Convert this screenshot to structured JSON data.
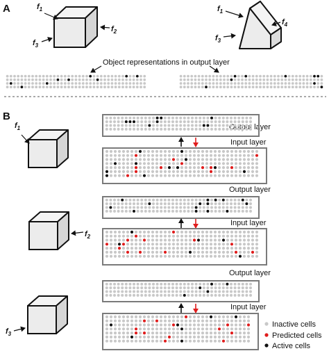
{
  "panels": {
    "a": {
      "letter": "A",
      "caption": "Object representations in output layer",
      "cube_labels": [
        "f1",
        "f2",
        "f3"
      ],
      "wedge_labels": [
        "f1",
        "f3",
        "f4"
      ]
    },
    "b": {
      "letter": "B",
      "output_label": "Output layer",
      "input_label": "Input layer",
      "sensations": [
        {
          "feature": "f1"
        },
        {
          "feature": "f2"
        },
        {
          "feature": "f3"
        }
      ]
    }
  },
  "legend": {
    "items": [
      {
        "label": "Inactive cells",
        "color": "#c8c8c8"
      },
      {
        "label": "Predicted cells",
        "color": "#e01c1c"
      },
      {
        "label": "Active cells",
        "color": "#111111"
      }
    ]
  },
  "colors": {
    "inactive": "#c8c8c8",
    "predicted": "#e01c1c",
    "active": "#111111",
    "frame": "#7a7a7a",
    "cube_face": "#ececec",
    "up_arrow": "#111111",
    "down_arrow": "#e01c1c"
  }
}
